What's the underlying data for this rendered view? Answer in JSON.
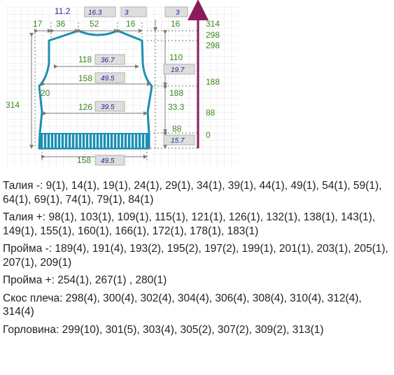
{
  "diagram": {
    "top_numbers": {
      "neck_offset": "11.2",
      "neck_box": "16.3",
      "shoulder_box": "3",
      "right_box": "3"
    },
    "widths": {
      "side": "17",
      "neck_side": "36",
      "neck": "52",
      "shoulder": "16",
      "right_shoulder": "16"
    },
    "ruler": [
      "314",
      "298",
      "298",
      "188",
      "88",
      "0"
    ],
    "lines": {
      "armhole": {
        "value": "118",
        "box": "36.7"
      },
      "bust": {
        "value": "158",
        "box": "49.5"
      },
      "waist": {
        "value": "126",
        "box": "39.5"
      },
      "hem": {
        "value": "158",
        "box": "49.5"
      }
    },
    "heights": {
      "total": "314",
      "armhole_depth": "110",
      "armhole_box": "19.7",
      "side_offset": "20",
      "armhole_start": "188",
      "mid_box": "33.3",
      "ribbing_row": "88",
      "ribbing_box": "15.7"
    }
  },
  "instructions": [
    "Талия -: 9(1), 14(1), 19(1), 24(1), 29(1), 34(1), 39(1), 44(1), 49(1), 54(1), 59(1), 64(1), 69(1), 74(1), 79(1), 84(1)",
    "Талия +: 98(1), 103(1), 109(1), 115(1), 121(1), 126(1), 132(1), 138(1), 143(1), 149(1), 155(1), 160(1), 166(1), 172(1), 178(1), 183(1)",
    "Пройма -: 189(4), 191(4), 193(2), 195(2), 197(2), 199(1), 201(1), 203(1), 205(1), 207(1), 209(1)",
    "Пройма +: 254(1), 267(1) , 280(1)",
    "Скос плеча: 298(4), 300(4), 302(4), 304(4), 306(4), 308(4), 310(4), 312(4), 314(4)",
    "Горловина: 299(10), 301(5), 303(4), 305(2), 307(2), 309(2), 313(1)"
  ]
}
